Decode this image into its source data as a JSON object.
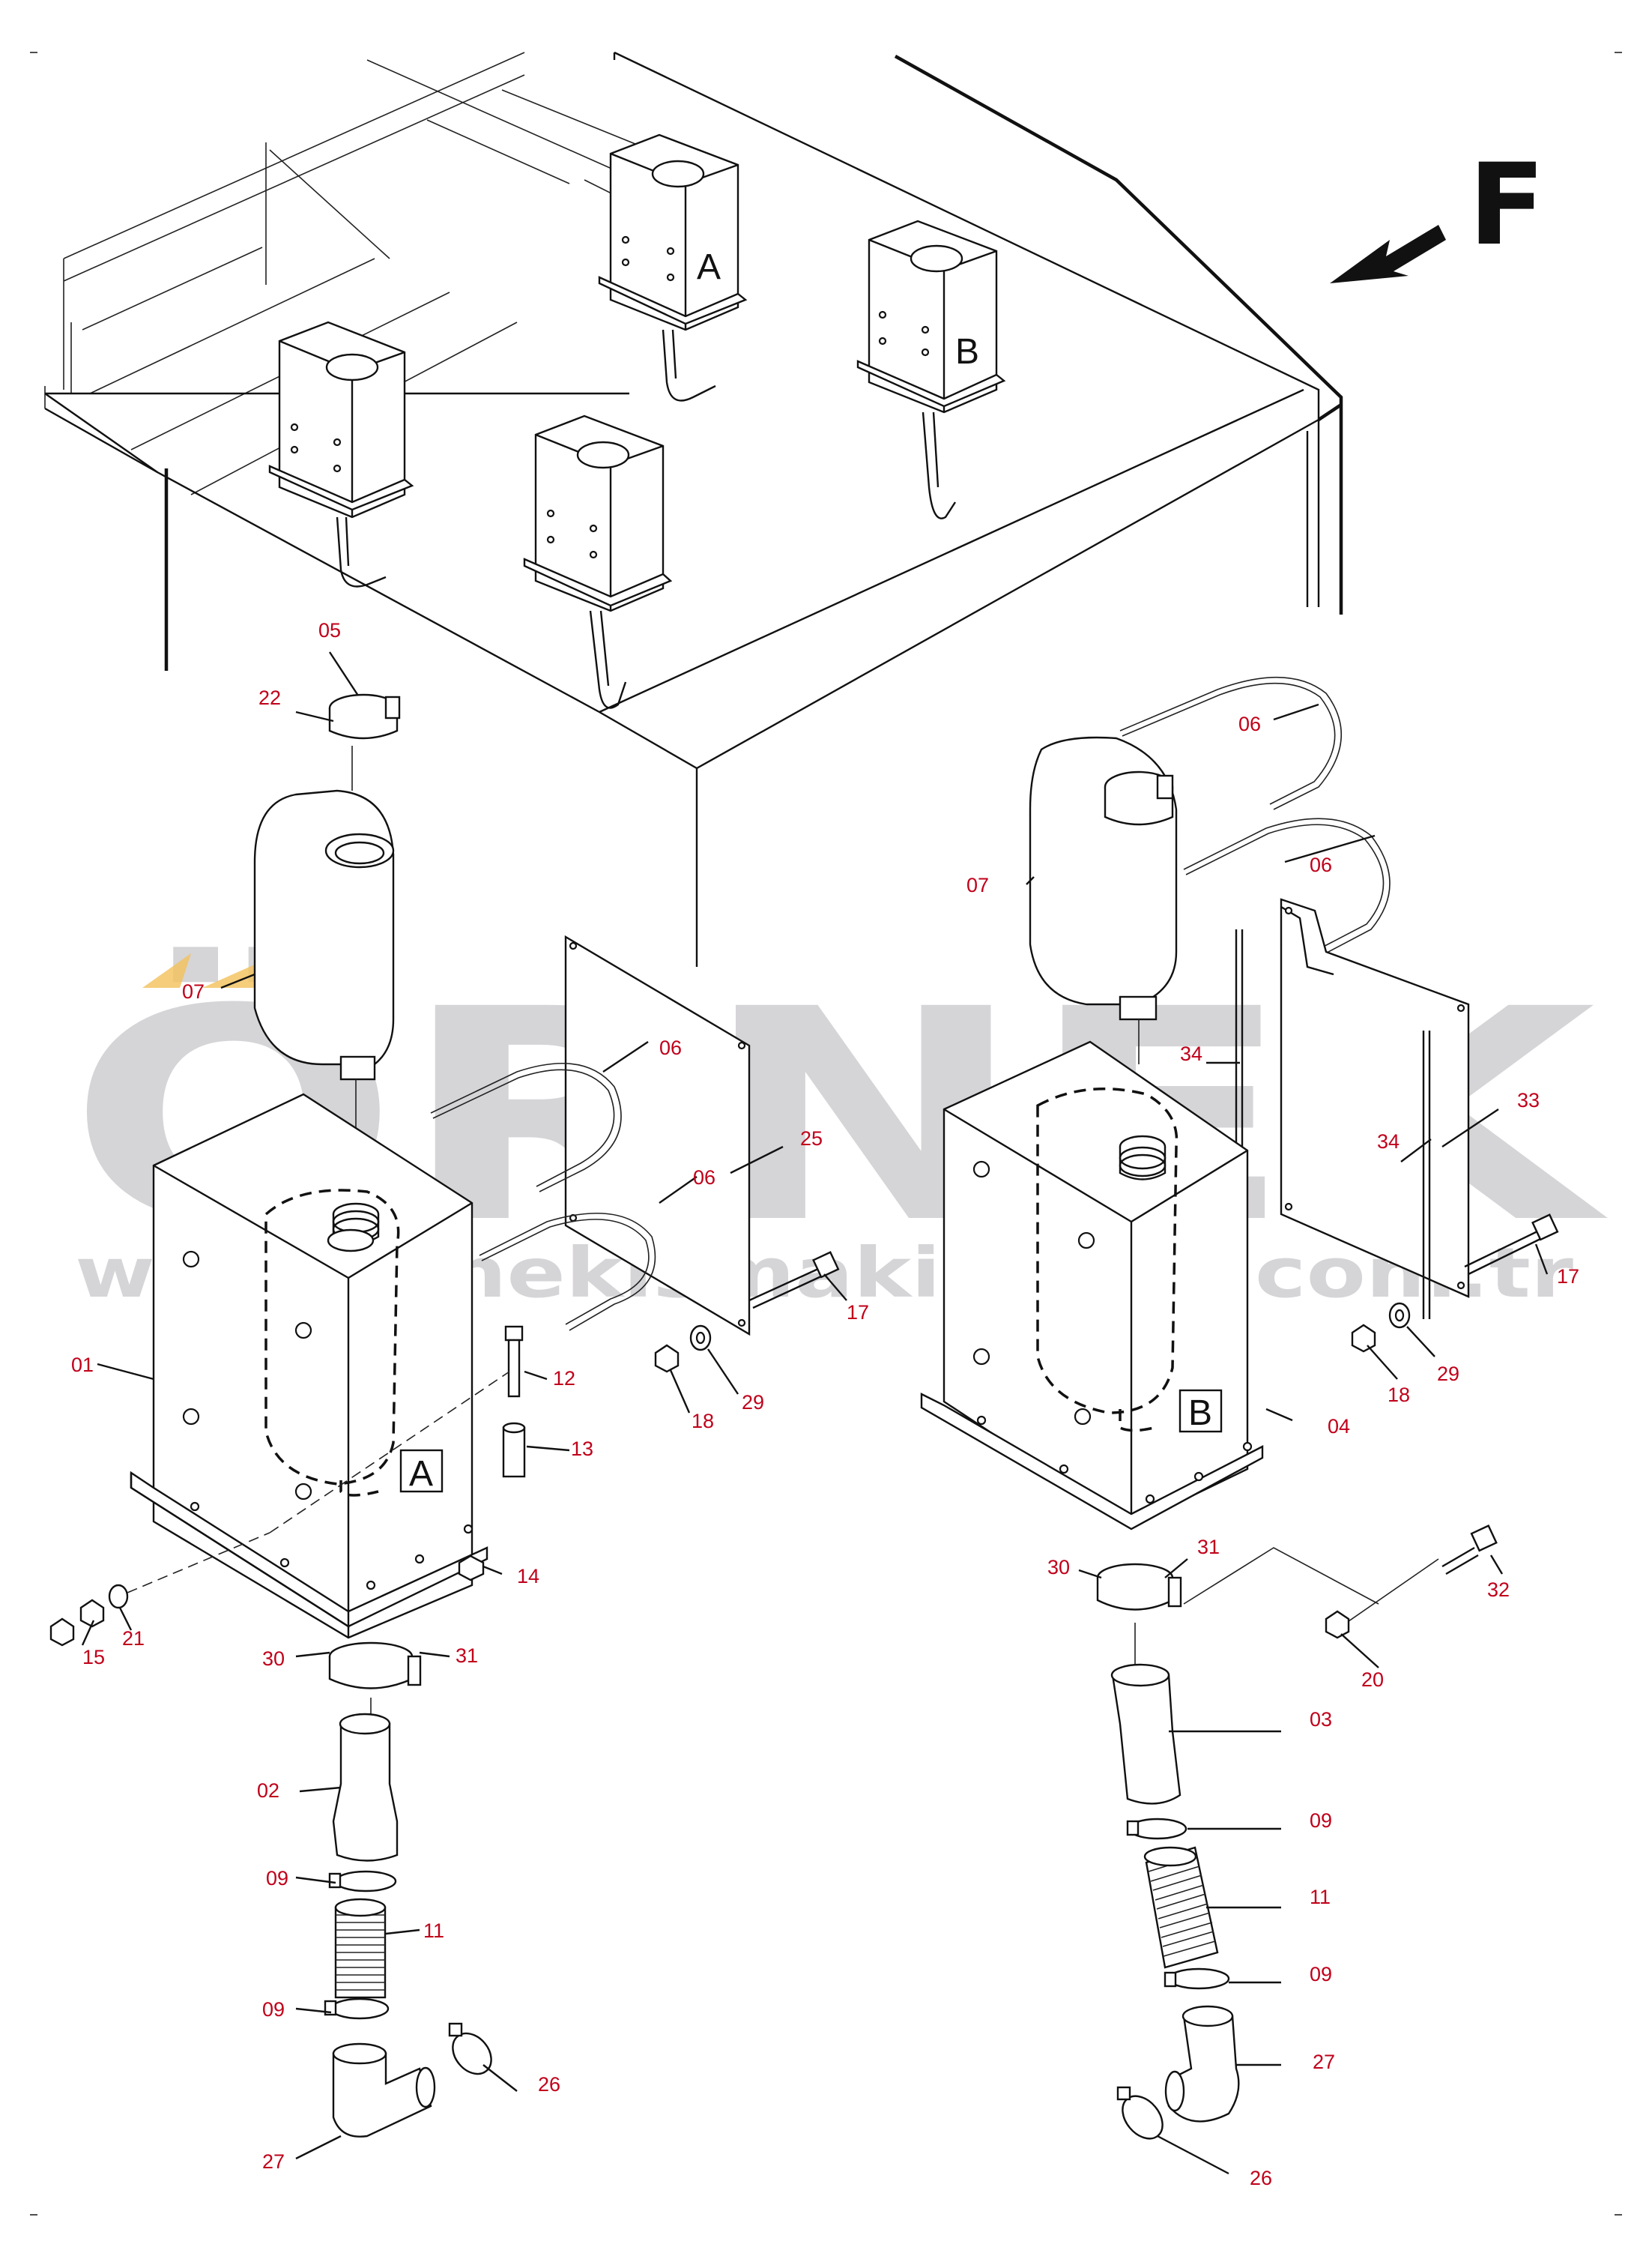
{
  "watermark": {
    "brand": "ÖRNEK",
    "url": "www.ornekismakinalari.com.tr"
  },
  "direction": {
    "letter": "F",
    "icon": "forward-arrow-icon"
  },
  "box_labels": [
    "A",
    "B",
    "A",
    "B"
  ],
  "callouts": [
    "05",
    "22",
    "07",
    "06",
    "25",
    "06",
    "17",
    "18",
    "29",
    "01",
    "12",
    "13",
    "14",
    "15",
    "21",
    "30",
    "31",
    "02",
    "09",
    "11",
    "09",
    "26",
    "27",
    "06",
    "06",
    "07",
    "34",
    "33",
    "34",
    "17",
    "18",
    "29",
    "04",
    "31",
    "30",
    "32",
    "20",
    "03",
    "09",
    "11",
    "09",
    "27",
    "26"
  ],
  "colors": {
    "callout": "#c0001a",
    "line": "#111111",
    "watermark": "#9d9ba1",
    "accent": "#f2c15a"
  }
}
